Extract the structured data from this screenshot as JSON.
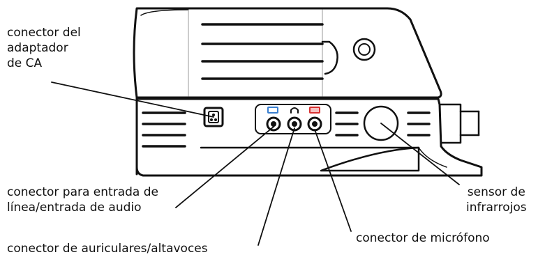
{
  "labels": {
    "ac_adapter_connector": [
      "conector del",
      "adaptador",
      "de CA"
    ],
    "line_in_connector": [
      "conector para entrada de",
      "línea/entrada de audio"
    ],
    "headphone_connector": "conector de auriculares/altavoces",
    "microphone_connector": "conector de micrófono",
    "infrared_sensor": [
      "sensor de",
      "infrarrojos"
    ]
  },
  "port_icons": {
    "line_in": "line-in-icon",
    "headphone": "headphone-icon",
    "microphone": "microphone-icon"
  },
  "colors": {
    "line_in_icon": "#3a7fd0",
    "microphone_icon": "#d83030",
    "line_art": "#111111"
  }
}
